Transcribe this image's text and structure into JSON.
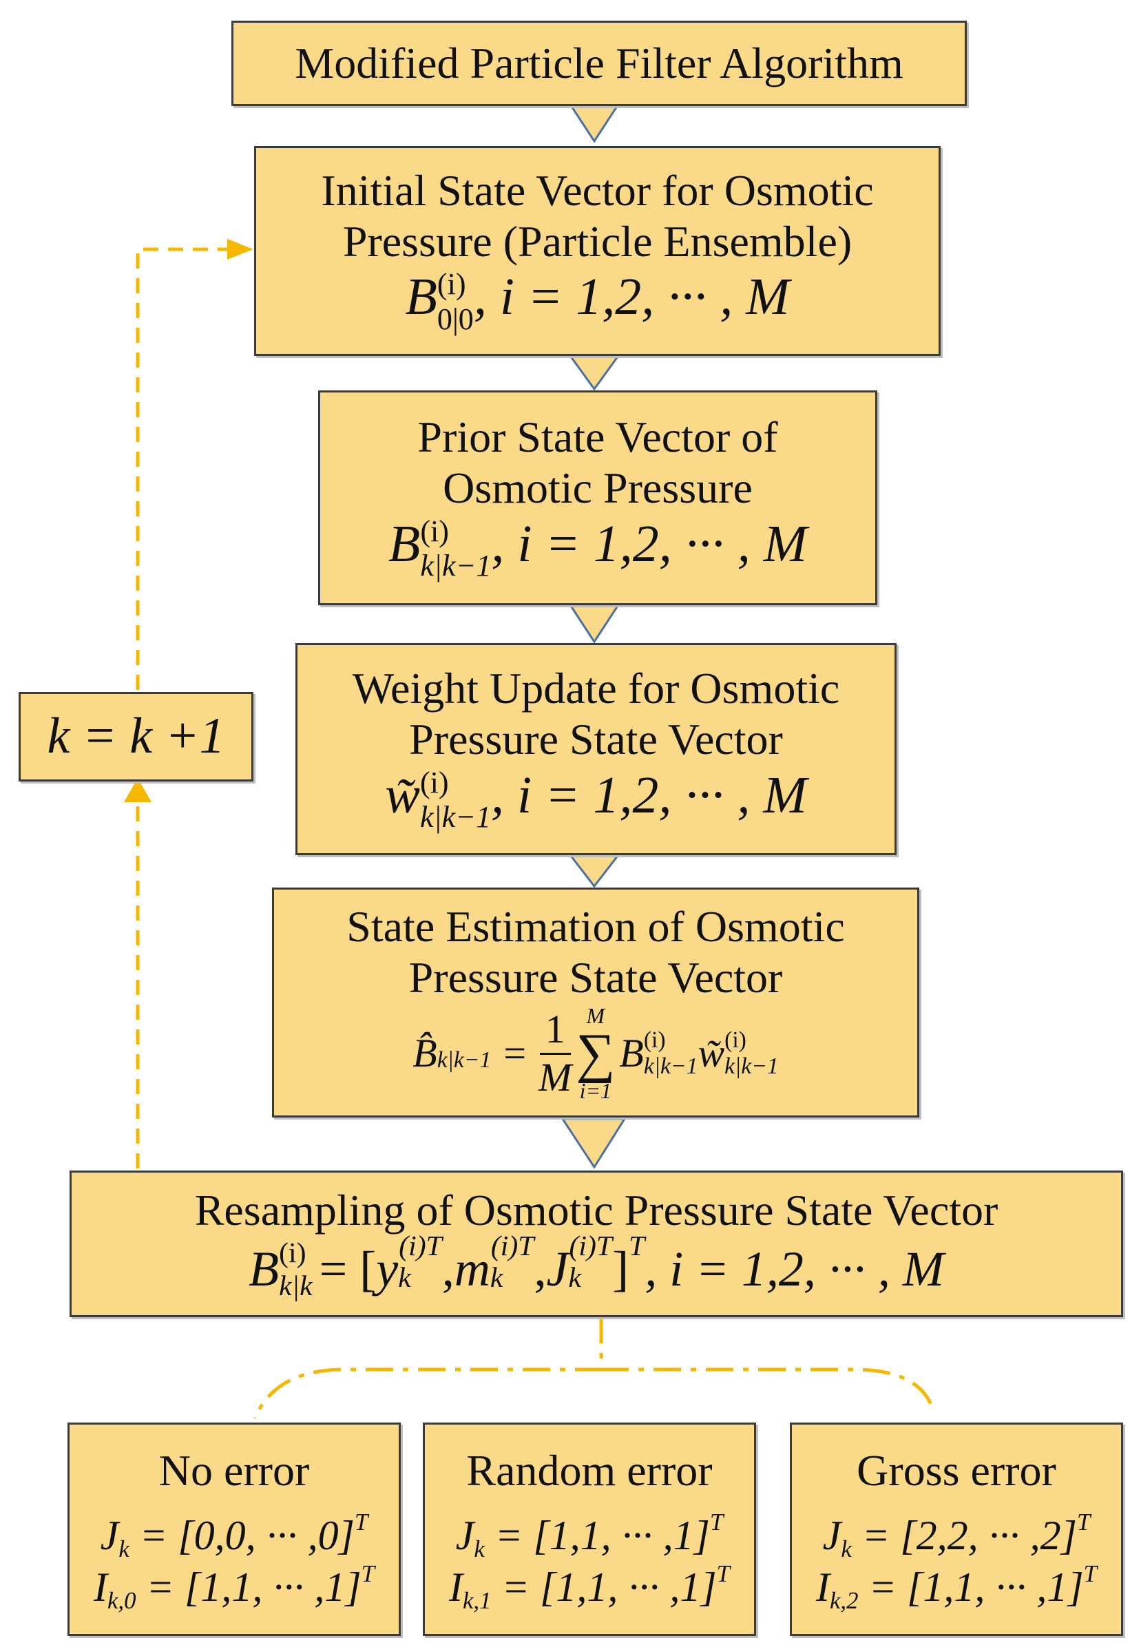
{
  "colors": {
    "box_fill": "#fad989",
    "box_border": "#3b3b3b",
    "arrow_outline": "#4a6fa5",
    "loop_line": "#f5b800"
  },
  "title_box": {
    "text": "Modified Particle Filter Algorithm"
  },
  "initial_box": {
    "line1": "Initial State Vector for Osmotic",
    "line2": "Pressure (Particle Ensemble)",
    "formula_main": "B",
    "formula_sup": "(i)",
    "formula_sub": "0|0",
    "formula_rest": ", i = 1,2, ··· , M"
  },
  "prior_box": {
    "line1": "Prior State Vector of",
    "line2": "Osmotic Pressure",
    "formula_main": "B",
    "formula_sup": "(i)",
    "formula_sub": "k|k−1",
    "formula_rest": ", i = 1,2, ··· , M"
  },
  "weight_box": {
    "line1": "Weight Update for Osmotic",
    "line2": "Pressure State Vector",
    "formula_main": "w̃",
    "formula_sup": "(i)",
    "formula_sub": "k|k−1",
    "formula_rest": ", i = 1,2, ··· , M"
  },
  "estimation_box": {
    "line1": "State Estimation of Osmotic",
    "line2": "Pressure State Vector",
    "lhs_main": "B̂",
    "lhs_sub": "k|k−1",
    "eq": "=",
    "frac_num": "1",
    "frac_den": "M",
    "sum_symbol": "∑",
    "sum_top": "M",
    "sum_bottom": "i=1",
    "term1_main": "B",
    "term1_sup": "(i)",
    "term1_sub": "k|k−1",
    "term2_main": "w̃",
    "term2_sup": "(i)",
    "term2_sub": "k|k−1"
  },
  "resampling_box": {
    "title": "Resampling of Osmotic Pressure State Vector",
    "b_main": "B",
    "b_sup": "(i)",
    "b_sub": "k|k",
    "eq_open": "= [",
    "y_main": "y",
    "y_sub": "k",
    "y_sup": "(i)T",
    "m_main": "m",
    "m_sub": "k",
    "m_sup": "(i)T",
    "j_main": "J",
    "j_sub": "k",
    "j_sup": "(i)T",
    "close": "]",
    "close_sup": "T",
    "tail": ", i = 1,2, ··· , M"
  },
  "loop_box": {
    "text": "k = k +1"
  },
  "error_boxes": [
    {
      "label": "No error",
      "j_sub": "k",
      "j_val": "= [0,0, ··· ,0]",
      "i_sub": "k,0",
      "i_val": "= [1,1, ··· ,1]",
      "sup": "T"
    },
    {
      "label": "Random error",
      "j_sub": "k",
      "j_val": "= [1,1, ··· ,1]",
      "i_sub": "k,1",
      "i_val": "= [1,1, ··· ,1]",
      "sup": "T"
    },
    {
      "label": "Gross error",
      "j_sub": "k",
      "j_val": "= [2,2, ··· ,2]",
      "i_sub": "k,2",
      "i_val": "= [1,1, ··· ,1]",
      "sup": "T"
    }
  ]
}
